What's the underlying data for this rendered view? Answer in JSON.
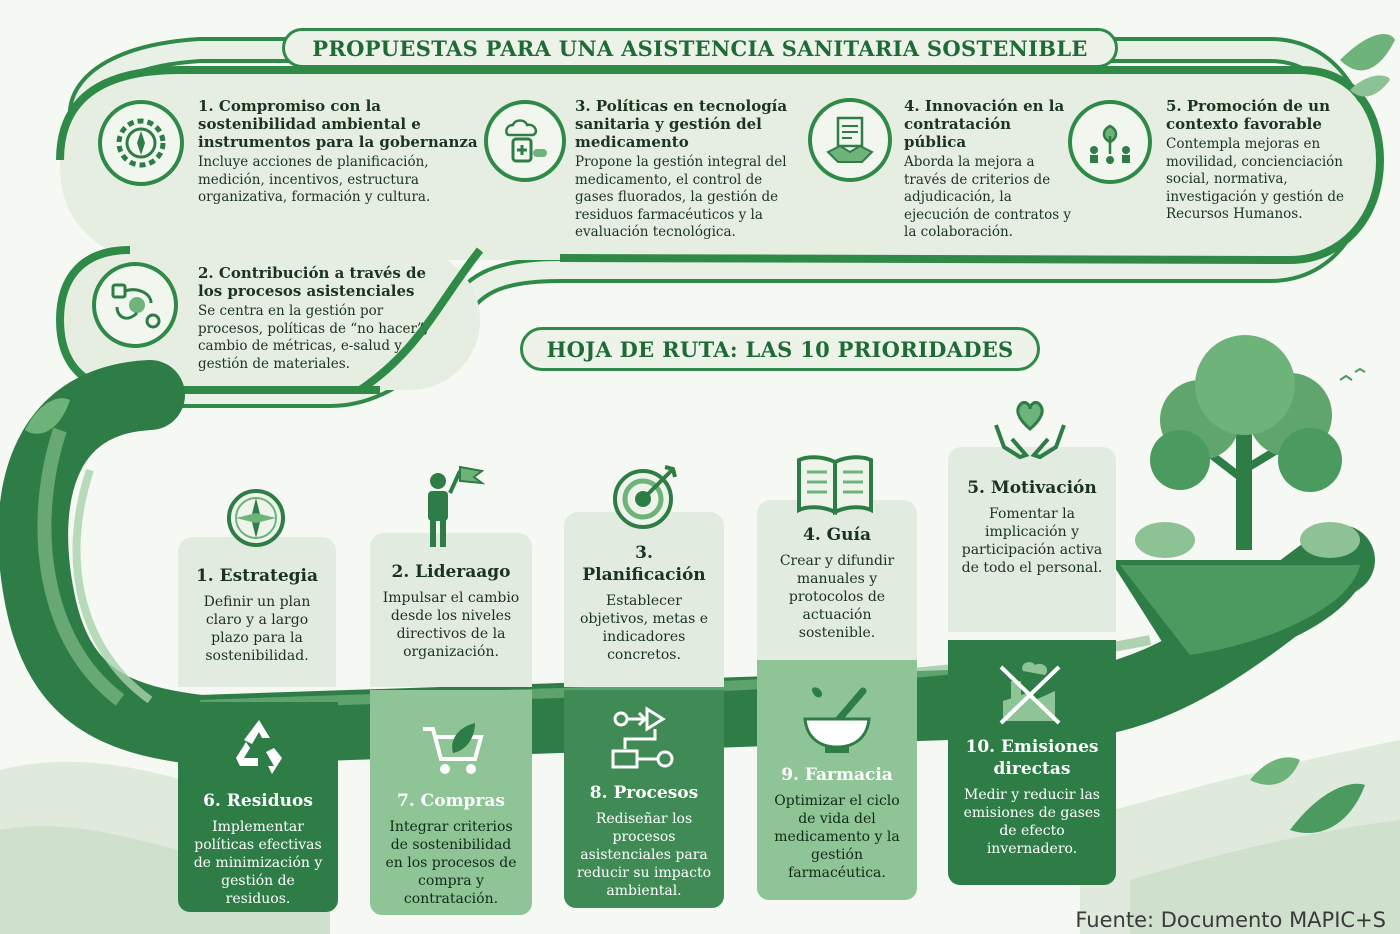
{
  "title": "PROPUESTAS PARA UNA ASISTENCIA SANITARIA SOSTENIBLE",
  "proposals": [
    {
      "title": "1. Compromiso con la sostenibilidad ambiental e instrumentos para la gobernanza",
      "desc": "Incluye acciones de planificación, medición, incentivos, estructura organizativa, formación y cultura.",
      "icon": "compass-gear-icon"
    },
    {
      "title": "2. Contribución a través de los procesos asistenciales",
      "desc": "Se centra en la gestión por procesos, políticas de “no hacer”, cambio de métricas, e-salud y gestión de materiales.",
      "icon": "process-flow-icon"
    },
    {
      "title": "3. Políticas en tecnología sanitaria y gestión del medicamento",
      "desc": "Propone la gestión integral del medicamento, el control de gases fluorados, la gestión de residuos farmacéuticos y la evaluación tecnológica.",
      "icon": "medicine-bottle-icon"
    },
    {
      "title": "4. Innovación en la contratación pública",
      "desc": "Aborda la mejora a través de criterios de adjudicación, la ejecución de contratos y la colaboración.",
      "icon": "contract-handshake-icon"
    },
    {
      "title": "5. Promoción de un contexto favorable",
      "desc": "Contempla mejoras en movilidad, concienciación social, normativa, investigación y gestión de Recursos Humanos.",
      "icon": "people-plant-icon"
    }
  ],
  "roadmap_title": "HOJA DE RUTA: LAS 10 PRIORIDADES",
  "priorities": [
    {
      "title": "1. Estrategia",
      "desc": "Definir un plan claro y a largo plazo para la sostenibilidad.",
      "icon": "compass-icon"
    },
    {
      "title": "2. Lideraago",
      "desc": "Impulsar el cambio desde los niveles directivos de la organización.",
      "icon": "person-flag-icon"
    },
    {
      "title": "3. Planificación",
      "desc": "Establecer objetivos, metas e indicadores concretos.",
      "icon": "target-icon"
    },
    {
      "title": "4. Guía",
      "desc": "Crear y difundir manuales y protocolos de actuación sostenible.",
      "icon": "open-book-icon"
    },
    {
      "title": "5. Motivación",
      "desc": "Fomentar la implicación y participación activa de todo el personal.",
      "icon": "hands-heart-icon"
    },
    {
      "title": "6. Residuos",
      "desc": "Implementar políticas efectivas de minimización y gestión de residuos.",
      "icon": "recycle-icon"
    },
    {
      "title": "7. Compras",
      "desc": "Integrar criterios de sostenibilidad en los procesos de compra y contratación.",
      "icon": "shopping-cart-leaf-icon"
    },
    {
      "title": "8. Procesos",
      "desc": "Rediseñar los procesos asistenciales para reducir su impacto ambiental.",
      "icon": "flowchart-icon"
    },
    {
      "title": "9. Farmacia",
      "desc": "Optimizar el ciclo de vida del medicamento y la gestión farmacéutica.",
      "icon": "mortar-pestle-icon"
    },
    {
      "title": "10. Emisiones directas",
      "desc": "Medir y reducir las emisiones de gases de efecto invernadero.",
      "icon": "no-emissions-icon"
    }
  ],
  "source": "Fuente: Documento MAPIC+S",
  "colors": {
    "dark_green": "#2f7d46",
    "mid_green": "#6fad78",
    "light_card": "#e2ebdf",
    "accent": "#2f8a48"
  }
}
